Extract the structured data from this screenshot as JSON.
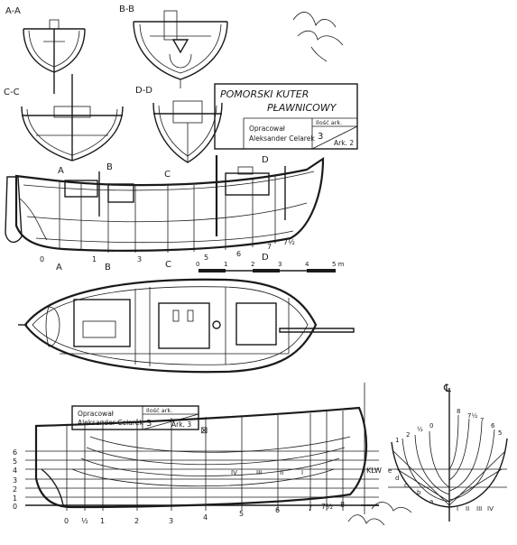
{
  "sections": {
    "aa": "A-A",
    "bb": "B-B",
    "cc": "C-C",
    "dd": "D-D"
  },
  "title_block_1": {
    "title_line1": "POMORSKI KUTER",
    "title_line2": "PŁAWNICOWY",
    "author_label": "Opracował",
    "author_name": "Aleksander Celarek",
    "sheets_label": "Ilość ark.",
    "sheets_count": "3",
    "sheet_label": "Ark. 2"
  },
  "title_block_2": {
    "author_label": "Opracował",
    "author_name": "Aleksander Celarek",
    "sheets_label": "Ilość ark.",
    "sheets_count": "3",
    "sheet_label": "Ark. 3"
  },
  "profile_markers": {
    "top": [
      "A",
      "B",
      "C",
      "D"
    ],
    "bottom": [
      "A",
      "B",
      "C",
      "D"
    ],
    "frames": [
      "0",
      "1",
      "3",
      "5",
      "6",
      "7",
      "7½"
    ]
  },
  "scale_bar": {
    "ticks": [
      "0",
      "1",
      "2",
      "3",
      "4",
      "5 m"
    ]
  },
  "lines_plan": {
    "waterlines": [
      "6",
      "5",
      "4",
      "3",
      "2",
      "1",
      "0"
    ],
    "stations": [
      "0",
      "½",
      "1",
      "2",
      "3",
      "4",
      "5",
      "6",
      "7",
      "7½",
      "8"
    ],
    "buttocks": [
      "IV",
      "III",
      "II",
      "I"
    ],
    "midship_mark": "⊠",
    "klw": "KLW"
  },
  "body_plan": {
    "centerline_symbol": "℄",
    "top_stations": [
      "1",
      "2",
      "½",
      "0"
    ],
    "right_stations": [
      "8",
      "7½",
      "7",
      "6",
      "5"
    ],
    "diagonals": [
      "a",
      "b",
      "c",
      "d",
      "e"
    ],
    "bottom_buttocks": [
      "I",
      "II",
      "III",
      "IV"
    ]
  }
}
